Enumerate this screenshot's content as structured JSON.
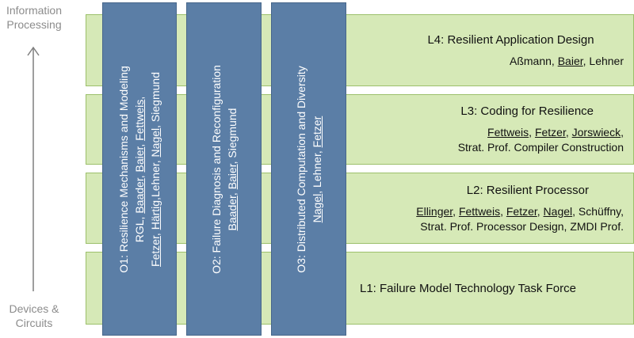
{
  "axis": {
    "top_label_1": "Information",
    "top_label_2": "Processing",
    "bottom_label_1": "Devices  &",
    "bottom_label_2": "Circuits"
  },
  "layers": {
    "l4": {
      "title": "L4: Resilient Application Design",
      "line1": {
        "a": "Aßmann, ",
        "b": "Baier",
        "c": ", Lehner"
      }
    },
    "l3": {
      "title": "L3: Coding for Resilience",
      "line1": {
        "a": "Fettweis",
        "sep1": ", ",
        "b": "Fetzer",
        "sep2": ", ",
        "c": "Jorswieck",
        "d": ","
      },
      "line2": "Strat. Prof. Compiler Construction"
    },
    "l2": {
      "title": "L2: Resilient Processor",
      "line1": {
        "a": "Ellinger",
        "sep1": ", ",
        "b": "Fettweis",
        "sep2": ", ",
        "c": "Fetzer",
        "sep3": ", ",
        "d": "Nagel",
        "e": ", Schüffny,"
      },
      "line2": "Strat. Prof. Processor Design, ZMDI Prof."
    },
    "l1": {
      "title": "L1: Failure Model Technology Task Force"
    }
  },
  "columns": {
    "o1": {
      "title": "O1: Resilience Mechanisms and Modeling",
      "line2": {
        "a": "RGL, ",
        "b": "Baader",
        "sep1": ", ",
        "c": "Baier",
        "sep2": ", ",
        "d": "Fettweis",
        "e": ","
      },
      "line3": {
        "a": "Fetzer",
        "sep1": ", ",
        "b": "Härtig",
        "c": ",Lehner, ",
        "d": "Nagel",
        "e": ", Siegmund"
      }
    },
    "o2": {
      "title": "O2: Failure Diagnosis and Reconfiguration",
      "line2": {
        "a": "Baader",
        "sep1": ", ",
        "b": "Baier",
        "c": ", Siegmund"
      }
    },
    "o3": {
      "title": "O3: Distributed Computation and Diversity",
      "line2": {
        "a": "Nagel",
        "b": ", Lehner, ",
        "c": "Fetzer"
      }
    }
  },
  "colors": {
    "layer_fill": "#d6e9b7",
    "layer_border": "#9cc06b",
    "column_fill": "#5b7ea6",
    "axis_text": "#8c8c8c"
  }
}
